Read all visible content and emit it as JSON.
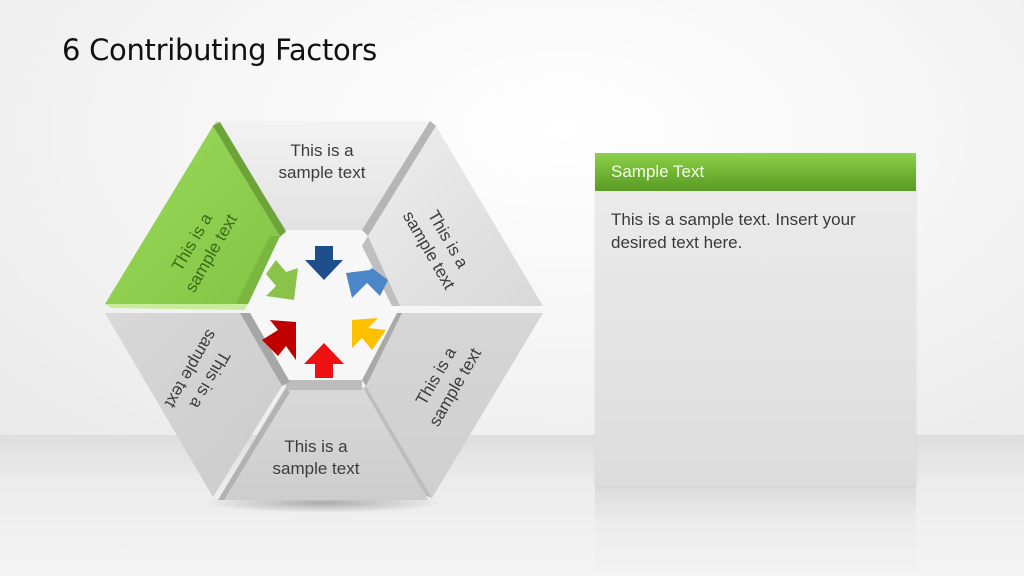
{
  "slide": {
    "title": "6 Contributing Factors"
  },
  "diagram": {
    "type": "hexagon-six-segments",
    "segments": [
      {
        "position": "top",
        "label_line1": "This is a",
        "label_line2": "sample text",
        "color": "#e6e6e6",
        "highlighted": false
      },
      {
        "position": "upper-right",
        "label_line1": "This is a",
        "label_line2": "sample text",
        "color": "#e0e0e0",
        "highlighted": false
      },
      {
        "position": "lower-right",
        "label_line1": "This is a",
        "label_line2": "sample text",
        "color": "#d2d2d2",
        "highlighted": false
      },
      {
        "position": "bottom",
        "label_line1": "This is a",
        "label_line2": "sample text",
        "color": "#d4d4d4",
        "highlighted": false
      },
      {
        "position": "lower-left",
        "label_line1": "This is a",
        "label_line2": "sample text",
        "color": "#d3d3d3",
        "highlighted": false
      },
      {
        "position": "upper-left",
        "label_line1": "This is a",
        "label_line2": "sample text",
        "color": "#8fd14f",
        "highlighted": true
      }
    ],
    "arrows": [
      {
        "direction": "down",
        "from": "top",
        "color": "#1f4e8c"
      },
      {
        "direction": "down-left",
        "from": "upper-right",
        "color": "#4a86c8"
      },
      {
        "direction": "up-left",
        "from": "lower-right",
        "color": "#ffc000"
      },
      {
        "direction": "up",
        "from": "bottom",
        "color": "#ee1111"
      },
      {
        "direction": "up-right",
        "from": "lower-left",
        "color": "#c00000"
      },
      {
        "direction": "down-right",
        "from": "upper-left",
        "color": "#8bc34a"
      }
    ]
  },
  "card": {
    "header": "Sample Text",
    "body": "This is a sample text. Insert your desired text here.",
    "header_color": "#6fb332"
  }
}
